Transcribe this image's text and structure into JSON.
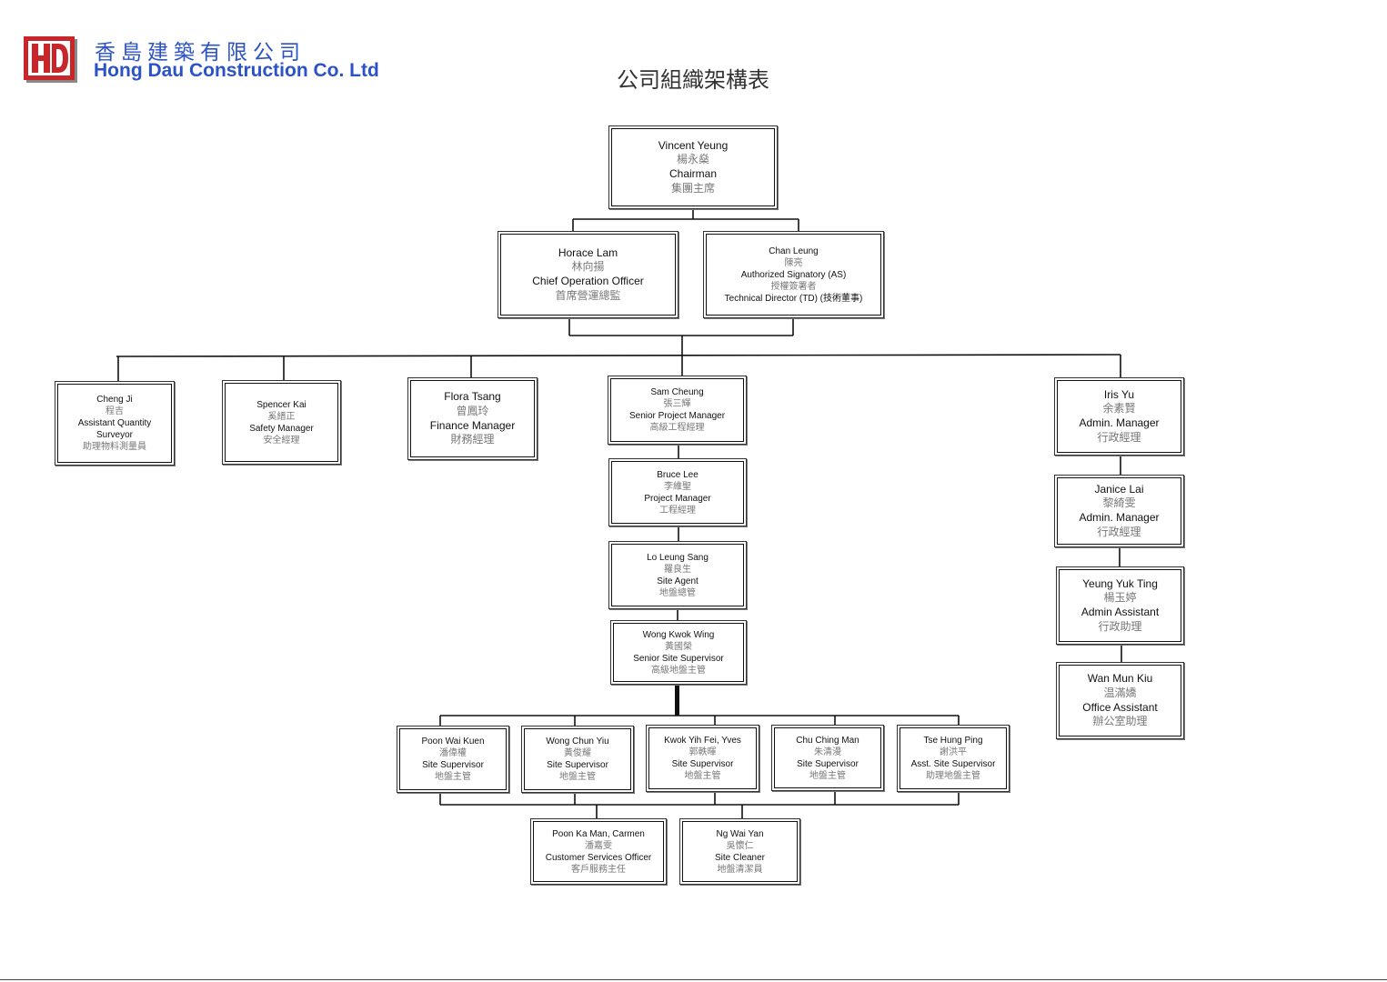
{
  "company": {
    "name_zh": "香島建築有限公司",
    "name_en": "Hong Dau Construction Co. Ltd",
    "logo_icon": "hd-logo-icon",
    "brand_color": "#2b53c6",
    "logo_color": "#c8262b"
  },
  "chart_title": "公司組織架構表",
  "nodes": {
    "vincent": {
      "name_en": "Vincent Yeung",
      "name_zh": "楊永燊",
      "title_en": "Chairman",
      "title_zh": "集團主席"
    },
    "horace": {
      "name_en": "Horace Lam",
      "name_zh": "林向揚",
      "title_en": "Chief Operation Officer",
      "title_zh": "首席營運總監"
    },
    "chan": {
      "name_en": "Chan Leung",
      "name_zh": "陳亮",
      "title_en": "Authorized Signatory (AS)",
      "title_zh": "授權簽署者",
      "title2": "Technical Director (TD) (技術董事)"
    },
    "cheng": {
      "name_en": "Cheng Ji",
      "name_zh": "程吉",
      "title_en": "Assistant Quantity",
      "title_en2": "Surveyor",
      "title_zh": "助理物料測量員"
    },
    "spencer": {
      "name_en": "Spencer Kai",
      "name_zh": "奚縉正",
      "title_en": "Safety Manager",
      "title_zh": "安全經理"
    },
    "flora": {
      "name_en": "Flora Tsang",
      "name_zh": "曾鳳玲",
      "title_en": "Finance Manager",
      "title_zh": "財務經理"
    },
    "sam": {
      "name_en": "Sam Cheung",
      "name_zh": "張三輝",
      "title_en": "Senior Project Manager",
      "title_zh": "高級工程經理"
    },
    "bruce": {
      "name_en": "Bruce Lee",
      "name_zh": "李維聖",
      "title_en": "Project Manager",
      "title_zh": "工程經理"
    },
    "lo": {
      "name_en": "Lo Leung Sang",
      "name_zh": "羅良生",
      "title_en": "Site Agent",
      "title_zh": "地盤總管"
    },
    "wong_kw": {
      "name_en": "Wong Kwok Wing",
      "name_zh": "黃國榮",
      "title_en": "Senior Site Supervisor",
      "title_zh": "高級地盤主管"
    },
    "poon_wk": {
      "name_en": "Poon Wai Kuen",
      "name_zh": "潘偉權",
      "title_en": "Site Supervisor",
      "title_zh": "地盤主管"
    },
    "wong_cy": {
      "name_en": "Wong Chun Yiu",
      "name_zh": "黃俊耀",
      "title_en": "Site Supervisor",
      "title_zh": "地盤主管"
    },
    "kwok": {
      "name_en": "Kwok Yih Fei, Yves",
      "name_zh": "郭軼暉",
      "title_en": "Site Supervisor",
      "title_zh": "地盤主管"
    },
    "chu": {
      "name_en": "Chu Ching Man",
      "name_zh": "朱清漫",
      "title_en": "Site Supervisor",
      "title_zh": "地盤主管"
    },
    "tse": {
      "name_en": "Tse Hung Ping",
      "name_zh": "謝洪平",
      "title_en": "Asst. Site Supervisor",
      "title_zh": "助理地盤主管"
    },
    "poon_km": {
      "name_en": "Poon Ka Man, Carmen",
      "name_zh": "潘嘉雯",
      "title_en": "Customer Services Officer",
      "title_zh": "客戶服務主任"
    },
    "ng": {
      "name_en": "Ng Wai Yan",
      "name_zh": "吳懷仁",
      "title_en": "Site Cleaner",
      "title_zh": "地盤清潔員"
    },
    "iris": {
      "name_en": "Iris Yu",
      "name_zh": "余素賢",
      "title_en": "Admin. Manager",
      "title_zh": "行政經理"
    },
    "janice": {
      "name_en": "Janice Lai",
      "name_zh": "黎綺雯",
      "title_en": "Admin. Manager",
      "title_zh": "行政經理"
    },
    "yeung_yt": {
      "name_en": "Yeung Yuk Ting",
      "name_zh": "楊玉婷",
      "title_en": "Admin Assistant",
      "title_zh": "行政助理"
    },
    "wan": {
      "name_en": "Wan Mun Kiu",
      "name_zh": "温滿嬌",
      "title_en": "Office Assistant",
      "title_zh": "辦公室助理"
    }
  }
}
